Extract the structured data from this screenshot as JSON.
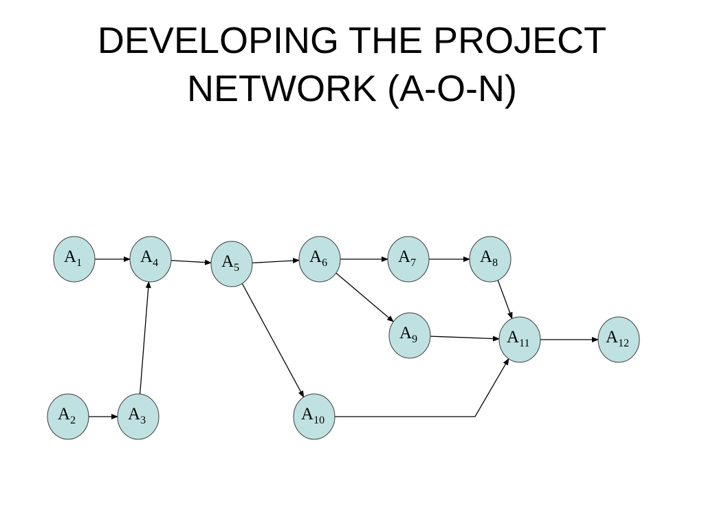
{
  "title": {
    "line1": "DEVELOPING THE PROJECT",
    "line2": "NETWORK (A-O-N)"
  },
  "colors": {
    "node_fill": "#bfe1e2",
    "node_stroke": "#3a3a3a",
    "edge": "#000000"
  },
  "nodes": [
    {
      "id": "A1",
      "letter": "A",
      "sub": "1"
    },
    {
      "id": "A2",
      "letter": "A",
      "sub": "2"
    },
    {
      "id": "A3",
      "letter": "A",
      "sub": "3"
    },
    {
      "id": "A4",
      "letter": "A",
      "sub": "4"
    },
    {
      "id": "A5",
      "letter": "A",
      "sub": "5"
    },
    {
      "id": "A6",
      "letter": "A",
      "sub": "6"
    },
    {
      "id": "A7",
      "letter": "A",
      "sub": "7"
    },
    {
      "id": "A8",
      "letter": "A",
      "sub": "8"
    },
    {
      "id": "A9",
      "letter": "A",
      "sub": "9"
    },
    {
      "id": "A10",
      "letter": "A",
      "sub": "10"
    },
    {
      "id": "A11",
      "letter": "A",
      "sub": "11"
    },
    {
      "id": "A12",
      "letter": "A",
      "sub": "12"
    }
  ],
  "edges": [
    {
      "from": "A1",
      "to": "A4"
    },
    {
      "from": "A4",
      "to": "A5"
    },
    {
      "from": "A5",
      "to": "A6"
    },
    {
      "from": "A6",
      "to": "A7"
    },
    {
      "from": "A7",
      "to": "A8"
    },
    {
      "from": "A2",
      "to": "A3"
    },
    {
      "from": "A3",
      "to": "A4"
    },
    {
      "from": "A5",
      "to": "A10"
    },
    {
      "from": "A6",
      "to": "A9"
    },
    {
      "from": "A9",
      "to": "A11"
    },
    {
      "from": "A8",
      "to": "A11"
    },
    {
      "from": "A10",
      "to": "A11"
    },
    {
      "from": "A11",
      "to": "A12"
    }
  ]
}
